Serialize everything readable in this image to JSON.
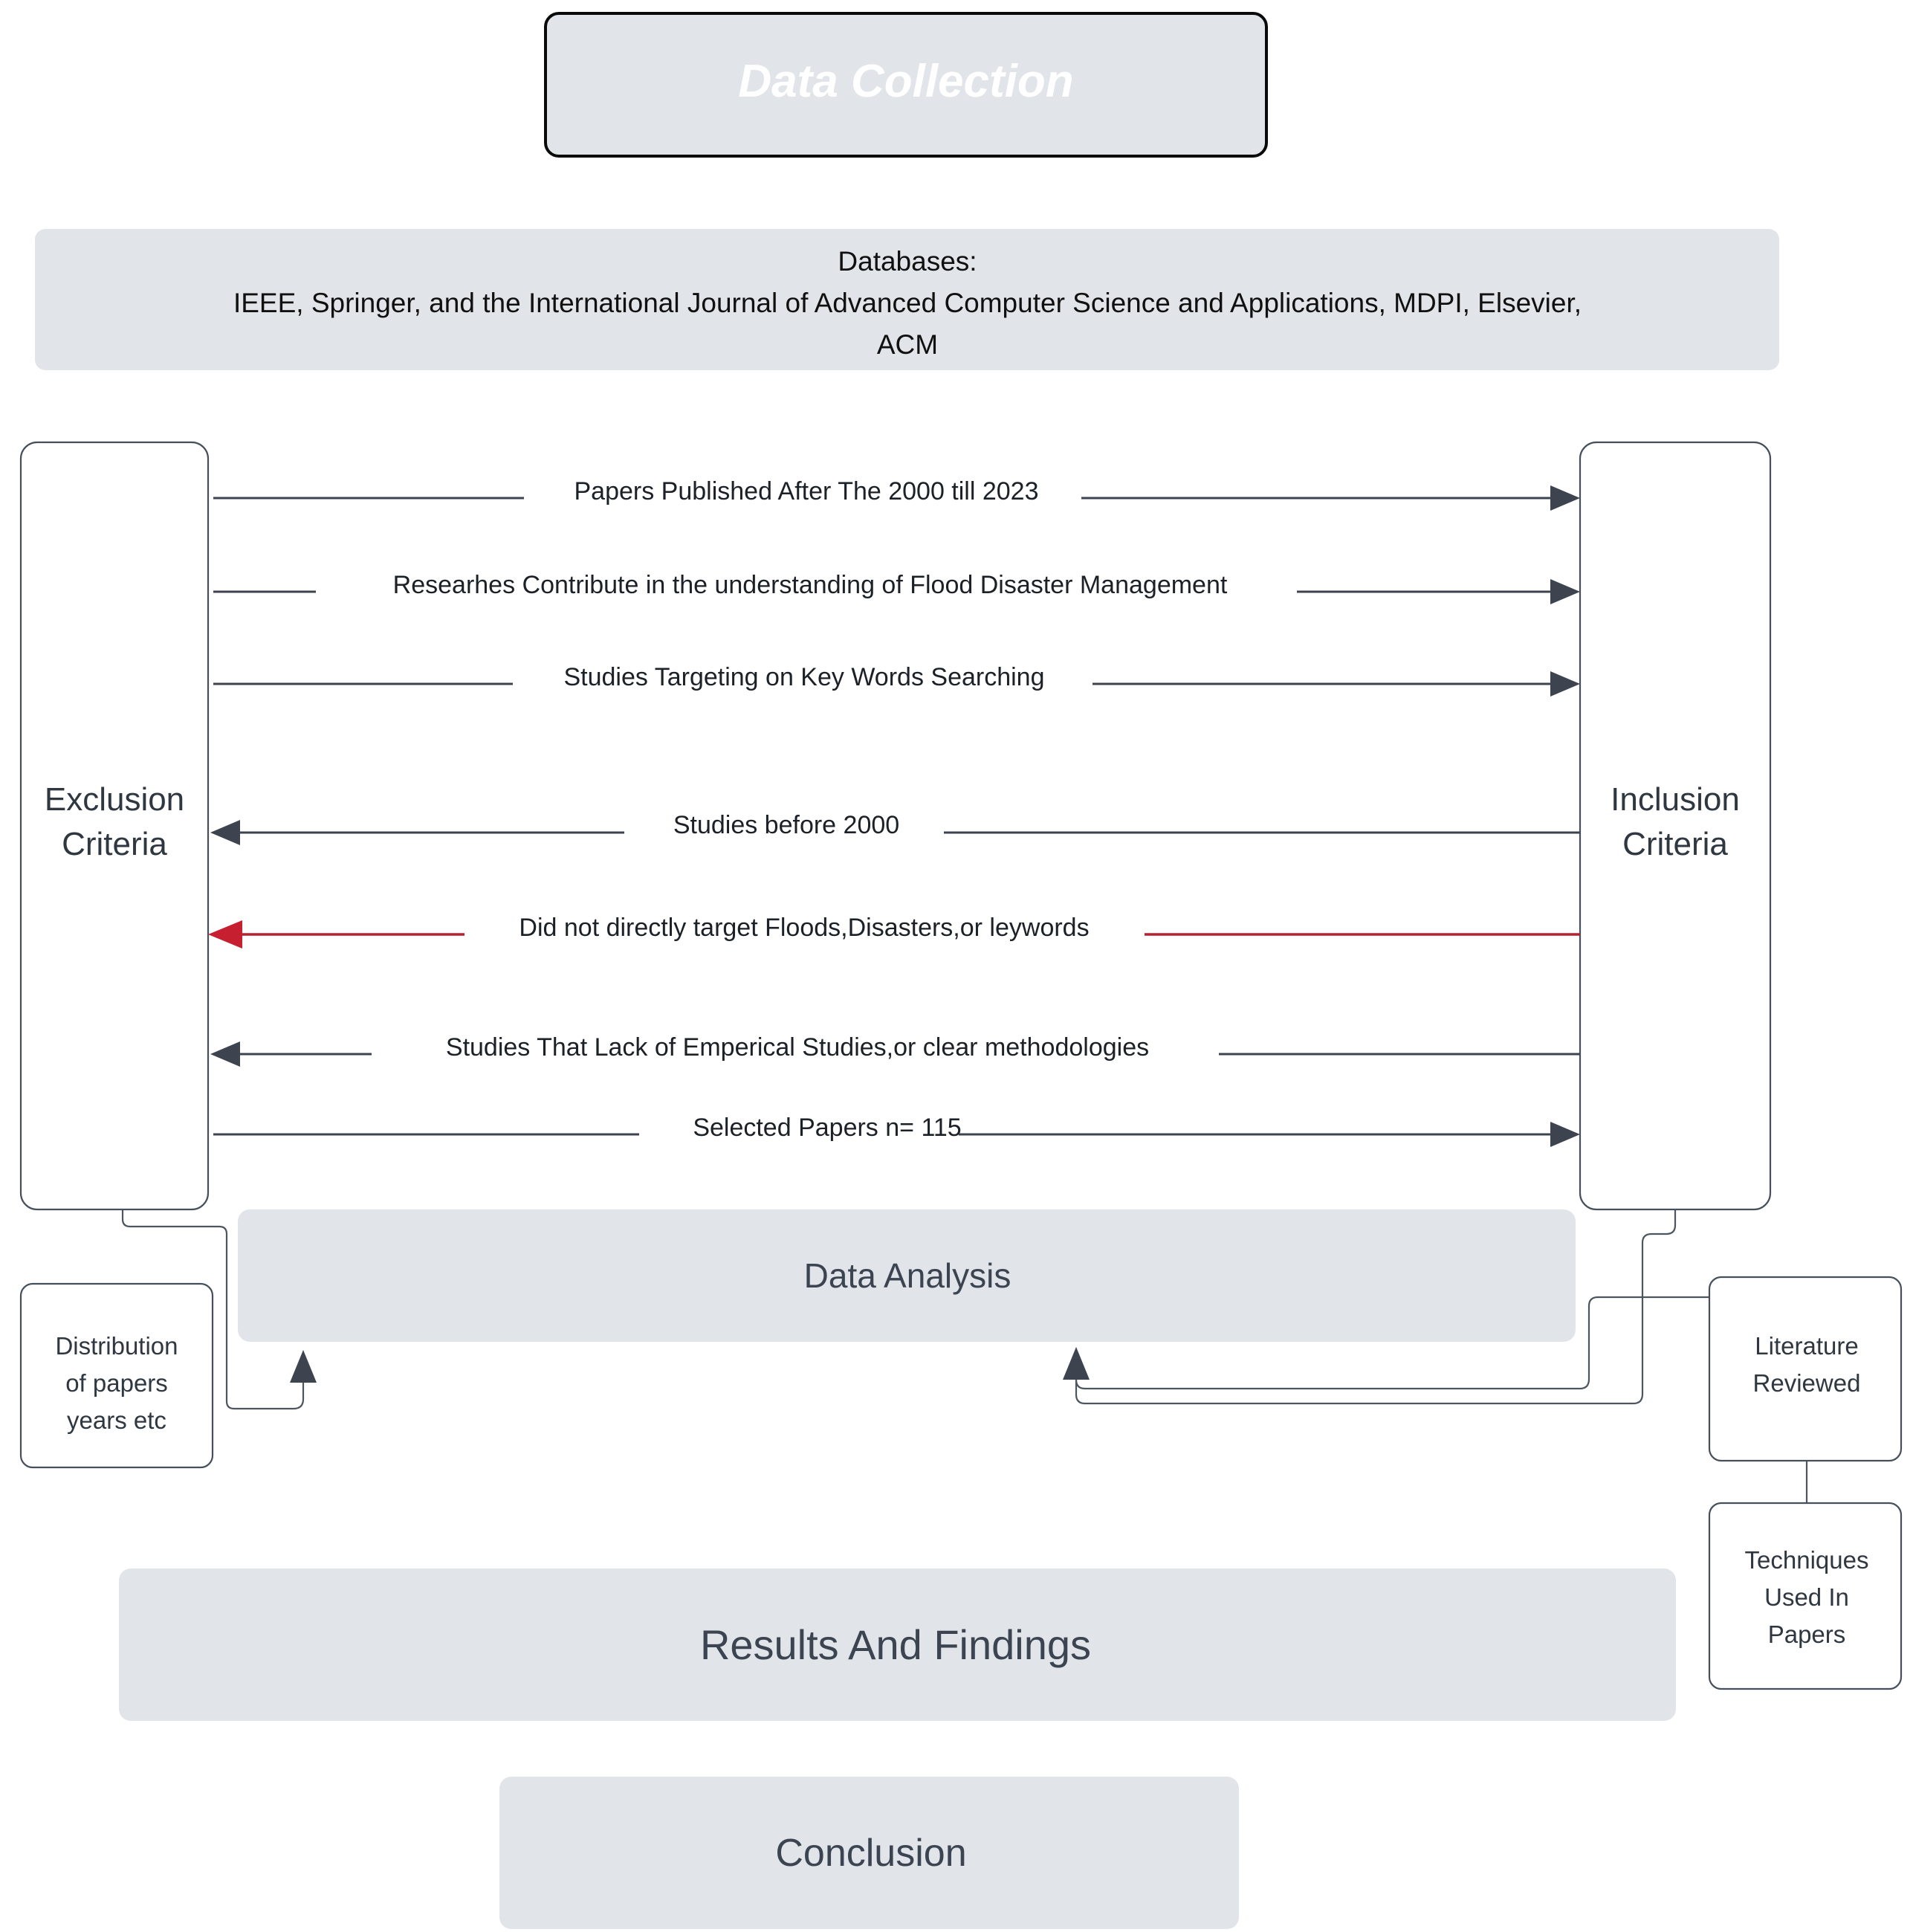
{
  "diagram": {
    "title": "Data Collection",
    "stages": {
      "data_collection": "Data Collection",
      "data_analysis": "Data Analysis",
      "results": "Results And Findings",
      "conclusion": "Conclusion"
    },
    "databases": {
      "heading": "Databases:",
      "line1": "IEEE, Springer, and the International Journal of Advanced Computer Science and Applications, MDPI, Elsevier,",
      "line2": "ACM"
    },
    "lanes": {
      "left_line1": "Exclusion",
      "left_line2": "Criteria",
      "right_line1": "Inclusion",
      "right_line2": "Criteria"
    },
    "edges": [
      {
        "label": "Papers Published After The 2000 till 2023",
        "direction": "right",
        "color": "#3d4450"
      },
      {
        "label": "Researhes Contribute in the understanding of Flood Disaster Management",
        "direction": "right",
        "color": "#3d4450"
      },
      {
        "label": "Studies Targeting on Key Words Searching",
        "direction": "right",
        "color": "#3d4450"
      },
      {
        "label": "Studies before 2000",
        "direction": "left",
        "color": "#3d4450"
      },
      {
        "label": "Did not directly target Floods,Disasters,or leywords",
        "direction": "left",
        "color": "#b62030"
      },
      {
        "label": "Studies That Lack of Emperical Studies,or clear methodologies",
        "direction": "left",
        "color": "#3d4450"
      },
      {
        "label": "Selected Papers n= 115",
        "direction": "right",
        "color": "#3d4450"
      }
    ],
    "side_boxes": {
      "distribution_l1": "Distribution",
      "distribution_l2": "of papers",
      "distribution_l3": "years etc",
      "literature_l1": "Literature",
      "literature_l2": "Reviewed",
      "techniques_l1": "Techniques",
      "techniques_l2": "Used In",
      "techniques_l3": "Papers"
    },
    "colors": {
      "stage_fill": "#e1e5e9",
      "stage_border": "#0a0a0a",
      "line": "#3d4450",
      "highlight_line": "#b62030",
      "box_border": "#45505c",
      "text": "#2f3740",
      "title_text": "#ffffff"
    }
  }
}
